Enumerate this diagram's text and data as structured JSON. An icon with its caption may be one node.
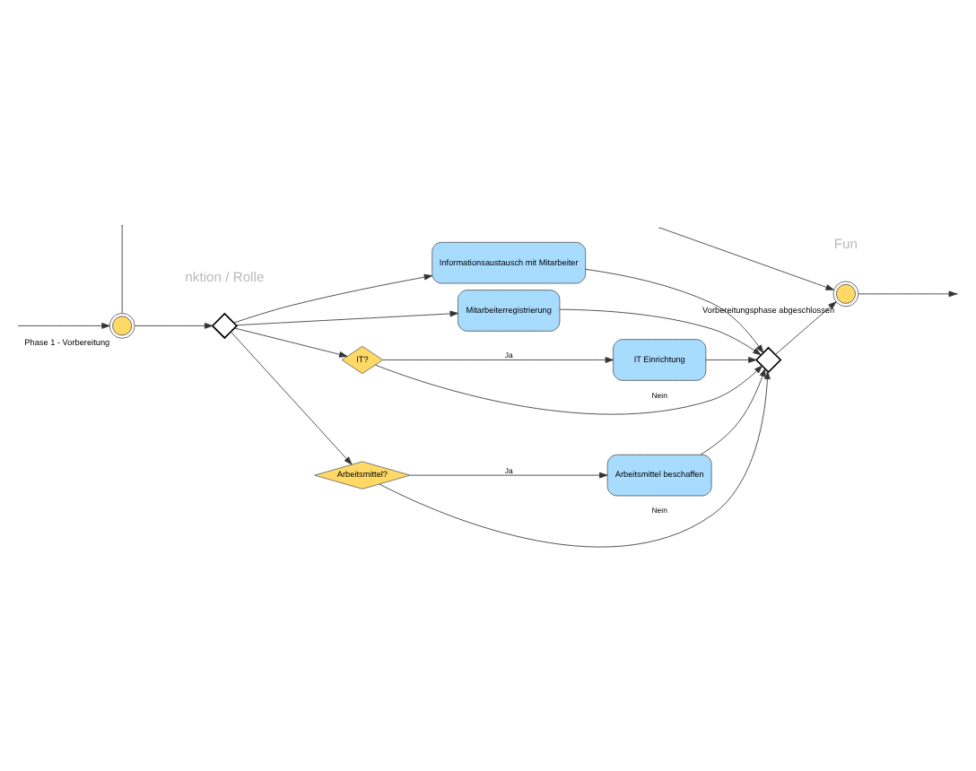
{
  "diagram": {
    "nodes": [
      {
        "text": [
          "Phase 1 - Vorbereitung"
        ]
      },
      {
        "text": [],
        "shape": "diamond"
      },
      {
        "text": [
          "Informationsaustausch mit Mitarbeiter"
        ]
      },
      {
        "text": [
          "Mitarbeiterregistrierung"
        ]
      },
      {
        "text": [
          "IT?"
        ]
      },
      {
        "text": [
          "IT Einrichtung"
        ]
      },
      {
        "text": [
          "Arbeitsmittel?"
        ]
      },
      {
        "text": [
          "Arbeitsmittel beschaffen"
        ]
      },
      {
        "text": [],
        "shape": "diamond"
      },
      {
        "text": [
          "Vorbereitungsphase abgeschlossen"
        ]
      }
    ],
    "edges": [
      {
        "from": null,
        "to": 0,
        "arrow": "none"
      },
      {
        "from": null,
        "to": 0,
        "arrow": "to"
      },
      {
        "from": 0,
        "to": 1,
        "arrow": "to"
      },
      {
        "from": 1,
        "to": 2,
        "arrow": "to"
      },
      {
        "from": 1,
        "to": 3,
        "arrow": "to"
      },
      {
        "from": 1,
        "to": 4,
        "arrow": "to"
      },
      {
        "from": 1,
        "to": 6,
        "arrow": "to"
      },
      {
        "from": 4,
        "to": 5,
        "label": "Ja",
        "arrow": "to"
      },
      {
        "from": 4,
        "to": 8,
        "label": "Nein",
        "arrow": "to"
      },
      {
        "from": 6,
        "to": 7,
        "label": "Ja",
        "arrow": "to"
      },
      {
        "from": 6,
        "to": 8,
        "label": "Nein",
        "arrow": "to"
      },
      {
        "from": 2,
        "to": 8,
        "arrow": "to"
      },
      {
        "from": 3,
        "to": 8,
        "arrow": "to"
      },
      {
        "from": 5,
        "to": 8,
        "arrow": "to"
      },
      {
        "from": 7,
        "to": 8,
        "arrow": "to"
      },
      {
        "from": 8,
        "to": 9,
        "arrow": "to"
      },
      {
        "from": null,
        "to": 9,
        "arrow": "to"
      },
      {
        "from": 9,
        "to": null,
        "arrow": "to"
      }
    ],
    "labels": [
      "nktion / Rolle",
      "Fun"
    ]
  }
}
